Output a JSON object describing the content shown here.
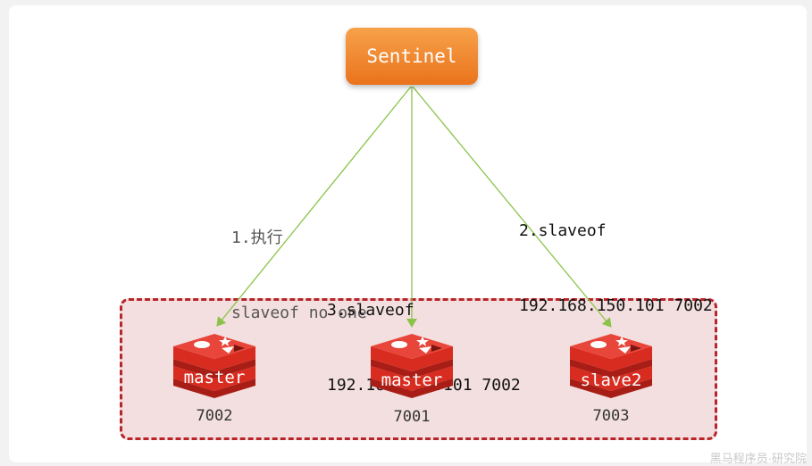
{
  "sentinel": {
    "label": "Sentinel"
  },
  "edges": [
    {
      "step": "1.执行",
      "command": "slaveof no one"
    },
    {
      "step": "2.slaveof",
      "command": "192.168.150.101 7002"
    },
    {
      "step": "3.slaveof",
      "command": "192.168.150.101 7002"
    }
  ],
  "nodes": [
    {
      "role": "master",
      "port": "7002"
    },
    {
      "role": "master",
      "port": "7001"
    },
    {
      "role": "slave2",
      "port": "7003"
    }
  ],
  "watermark": "黑马程序员·研究院",
  "colors": {
    "sentinel": "#f08a2c",
    "cluster_border": "#b8242a",
    "cluster_fill": "#f3dfdf",
    "arrow": "#8bc34a",
    "redis_red": "#d82c20"
  }
}
